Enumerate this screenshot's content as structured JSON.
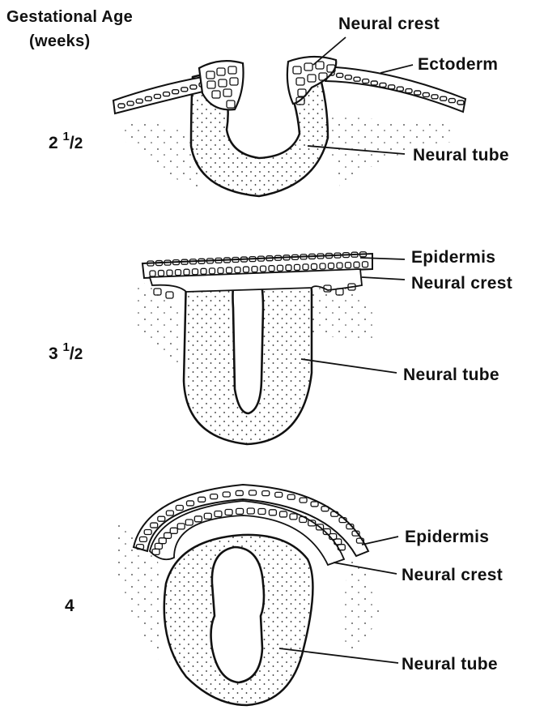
{
  "header": {
    "line1": "Gestational Age",
    "line2": "(weeks)"
  },
  "stages": [
    {
      "whole": "2",
      "num": "1",
      "den": "2",
      "labels": {
        "neural_crest": "Neural crest",
        "ectoderm": "Ectoderm",
        "neural_tube": "Neural tube"
      }
    },
    {
      "whole": "3",
      "num": "1",
      "den": "2",
      "labels": {
        "epidermis": "Epidermis",
        "neural_crest": "Neural crest",
        "neural_tube": "Neural tube"
      }
    },
    {
      "whole": "4",
      "labels": {
        "epidermis": "Epidermis",
        "neural_crest": "Neural crest",
        "neural_tube": "Neural tube"
      }
    }
  ]
}
